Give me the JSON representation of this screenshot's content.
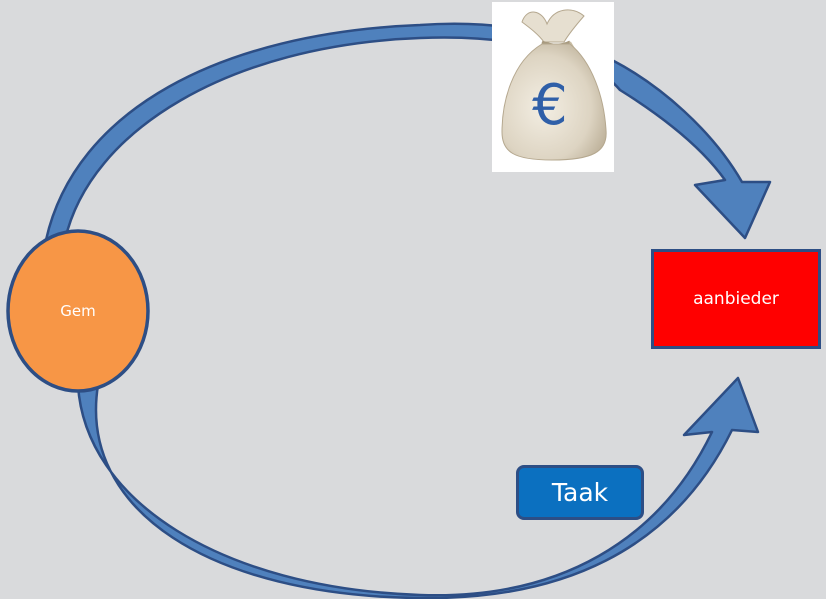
{
  "nodes": {
    "municipality": {
      "label": "Gem",
      "color": "#f79646"
    },
    "provider": {
      "label": "aanbieder",
      "color": "#ff0000"
    },
    "task": {
      "label": "Taak",
      "color": "#0b70c0"
    }
  },
  "money_image": {
    "currency_symbol": "€",
    "icon": "money-bag-icon"
  },
  "colors": {
    "arrow_fill": "#4f81bd",
    "arrow_stroke": "#2d4e85",
    "background": "#d9dadc"
  }
}
